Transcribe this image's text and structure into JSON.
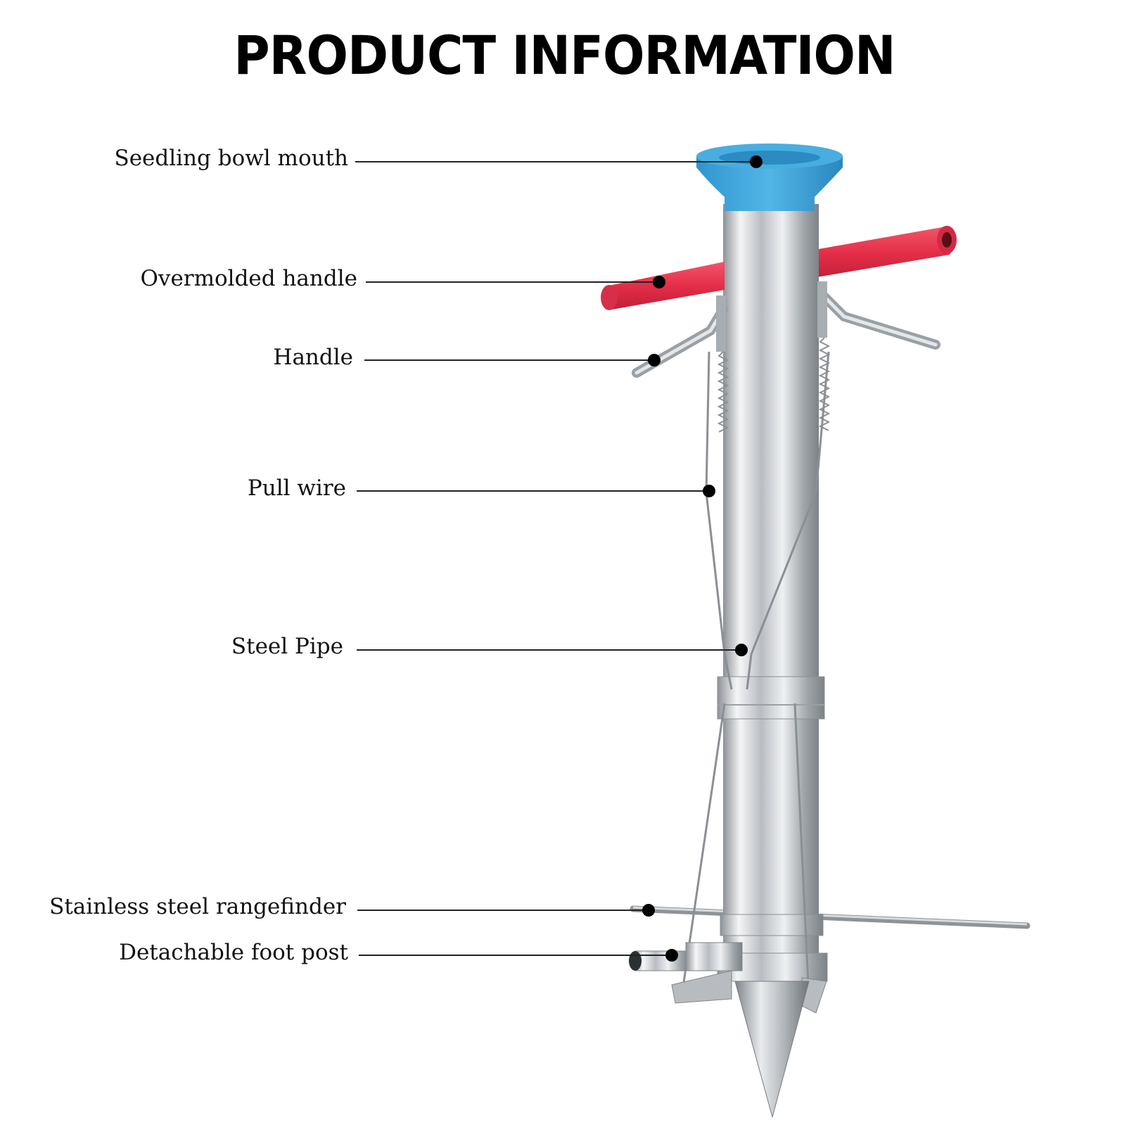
{
  "title": "PRODUCT INFORMATION",
  "labels": [
    {
      "id": "seedling-bowl-mouth",
      "text": "Seedling bowl mouth"
    },
    {
      "id": "overmolded-handle",
      "text": "Overmolded handle"
    },
    {
      "id": "handle",
      "text": "Handle"
    },
    {
      "id": "pull-wire",
      "text": "Pull wire"
    },
    {
      "id": "steel-pipe",
      "text": "Steel Pipe"
    },
    {
      "id": "stainless-steel-rangefinder",
      "text": "Stainless steel rangefinder"
    },
    {
      "id": "detachable-foot-post",
      "text": "Detachable foot post"
    }
  ],
  "colors": {
    "bowl": "#3aa6dc",
    "grip": "#e8364f",
    "steel": "#c9ccd0"
  }
}
